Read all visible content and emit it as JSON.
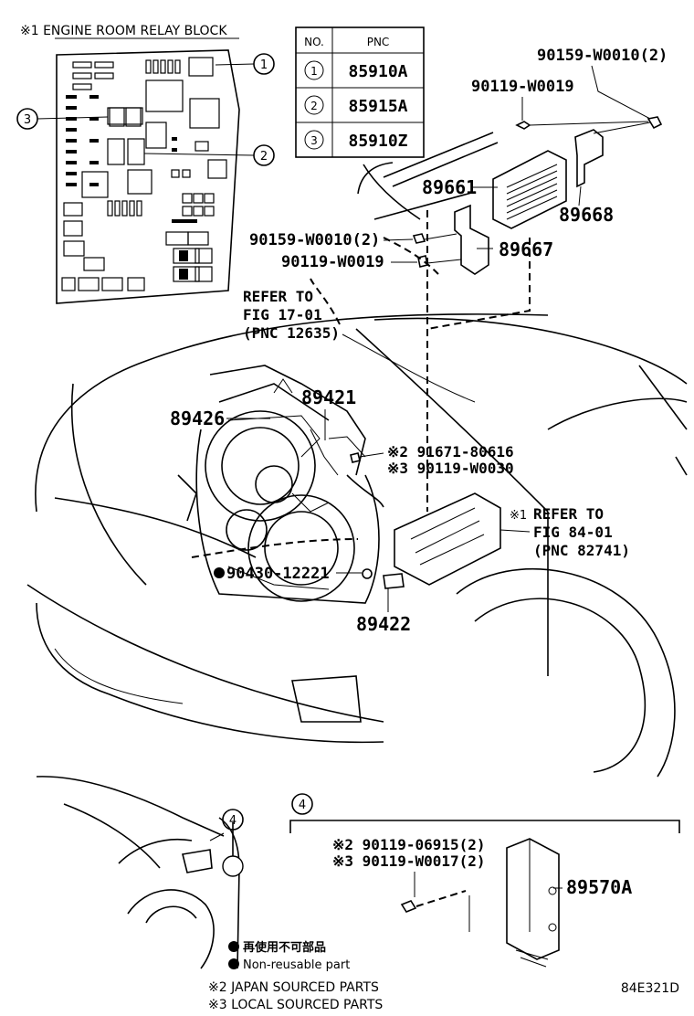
{
  "diagram_id": "84E321D",
  "engine_room_block": {
    "title": "※1 ENGINE ROOM RELAY BLOCK"
  },
  "pnc_table": {
    "headers": [
      "NO.",
      "PNC"
    ],
    "rows": [
      {
        "no": "1",
        "pnc": "85910A"
      },
      {
        "no": "2",
        "pnc": "85915A"
      },
      {
        "no": "3",
        "pnc": "85910Z"
      }
    ]
  },
  "callouts": {
    "c1": "1",
    "c2": "2",
    "c3": "3",
    "c4": "4",
    "c4b": "4"
  },
  "part_labels": {
    "p90159_top": "90159-W0010(2)",
    "p90119_top": "90119-W0019",
    "p89661": "89661",
    "p89668": "89668",
    "p90159_mid": "90159-W0010(2)",
    "p89667": "89667",
    "p90119_mid": "90119-W0019",
    "p89421": "89421",
    "p89426": "89426",
    "p91671": "※2 91671-80616",
    "p90119_w0030": "※3 90119-W0030",
    "p90430": "90430-12221",
    "p89422": "89422",
    "p90119_06915": "※2 90119-06915(2)",
    "p90119_w0017": "※3 90119-W0017(2)",
    "p89570a": "89570A"
  },
  "refers": {
    "ref1": [
      "REFER TO",
      "FIG 17-01",
      "(PNC 12635)"
    ],
    "ref2_prefix": "※1",
    "ref2": [
      "REFER TO",
      "FIG 84-01",
      "(PNC 82741)"
    ]
  },
  "legend": {
    "non_reusable_jp": "再使用不可部品",
    "non_reusable_en": "Non-reusable part",
    "japan_sourced": "※2 JAPAN SOURCED PARTS",
    "local_sourced": "※3 LOCAL SOURCED PARTS"
  }
}
